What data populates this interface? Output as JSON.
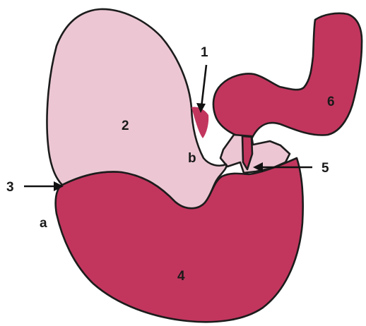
{
  "labels": {
    "one": "1",
    "two": "2",
    "three": "3",
    "four": "4",
    "five": "5",
    "six": "6",
    "a": "a",
    "b": "b"
  },
  "colors": {
    "light_region": "#ecc7d3",
    "dark_region": "#c2365e",
    "outline": "#1c1c1c",
    "background": "#ffffff"
  }
}
